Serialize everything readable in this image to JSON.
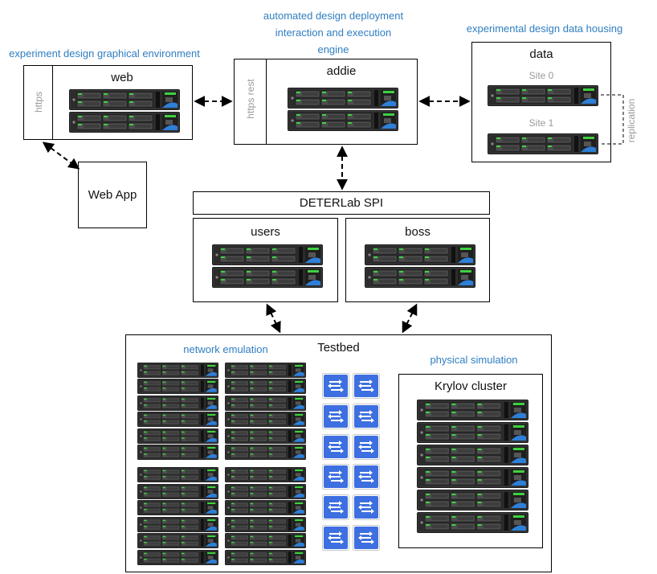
{
  "labels": {
    "web_env": "experiment design graphical environment",
    "addie_desc": "automated design deployment\ninteraction and execution\nengine",
    "data_desc": "experimental design data housing",
    "network_emulation": "network emulation",
    "physical_simulation": "physical simulation"
  },
  "nodes": {
    "web": {
      "title": "web",
      "side_label": "https"
    },
    "addie": {
      "title": "addie",
      "side_label": "https rest"
    },
    "data": {
      "title": "data",
      "site0": "Site 0",
      "site1": "Site 1",
      "replication": "replication"
    },
    "webapp": {
      "title": "Web App"
    },
    "spi": {
      "title": "DETERLab SPI"
    },
    "users": {
      "title": "users"
    },
    "boss": {
      "title": "boss"
    },
    "testbed": {
      "title": "Testbed"
    },
    "krylov": {
      "title": "Krylov cluster"
    }
  },
  "colors": {
    "label_blue": "#2f7ec1",
    "server_green": "#3fd13f",
    "server_blue": "#2e7fd6",
    "switch_blue": "#3d6fe0",
    "muted_gray": "#9a9a9a"
  }
}
